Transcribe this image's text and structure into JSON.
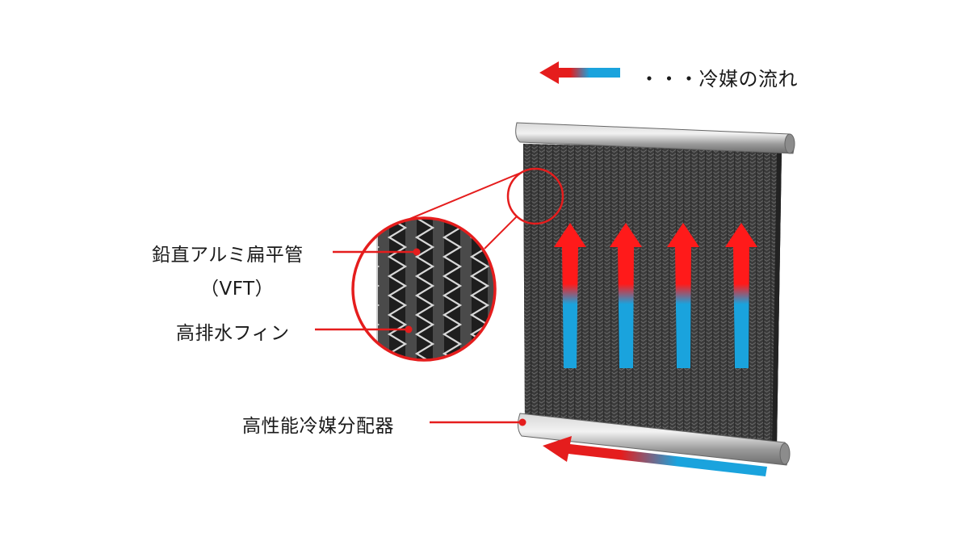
{
  "legend": {
    "text": "・・・冷媒の流れ"
  },
  "labels": {
    "vft": "鉛直アルミ扁平管",
    "vft_abbr": "（VFT）",
    "fin": "高排水フィン",
    "distributor": "高性能冷媒分配器"
  },
  "colors": {
    "accent_red": "#e51d1d",
    "refrigerant_blue": "#1aa3dd",
    "core_dark": "#3d3d3d",
    "header_pipe": "#a9a9a9"
  },
  "icons": {
    "flow_arrow": "red-blue-gradient-arrow",
    "zoom_circle": "magnifier-circle"
  }
}
